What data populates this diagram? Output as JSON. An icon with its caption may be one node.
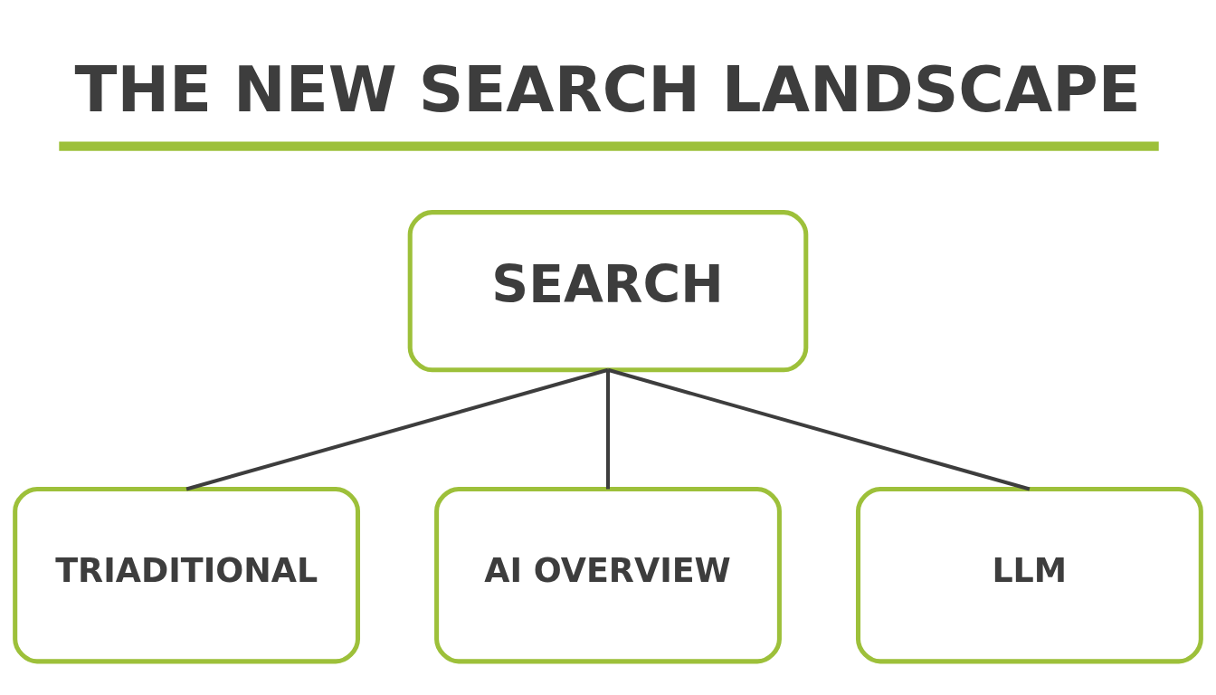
{
  "diagram": {
    "title": "THE NEW SEARCH LANDSCAPE",
    "nodes": [
      {
        "text": [
          "SEARCH"
        ]
      },
      {
        "text": [
          "TRIADITIONAL"
        ]
      },
      {
        "text": [
          "AI OVERVIEW"
        ]
      },
      {
        "text": [
          "LLM"
        ]
      }
    ],
    "edges": [
      {
        "from": 0,
        "to": 1,
        "arrow": "none"
      },
      {
        "from": 0,
        "to": 2,
        "arrow": "none"
      },
      {
        "from": 0,
        "to": 3,
        "arrow": "none"
      }
    ]
  }
}
